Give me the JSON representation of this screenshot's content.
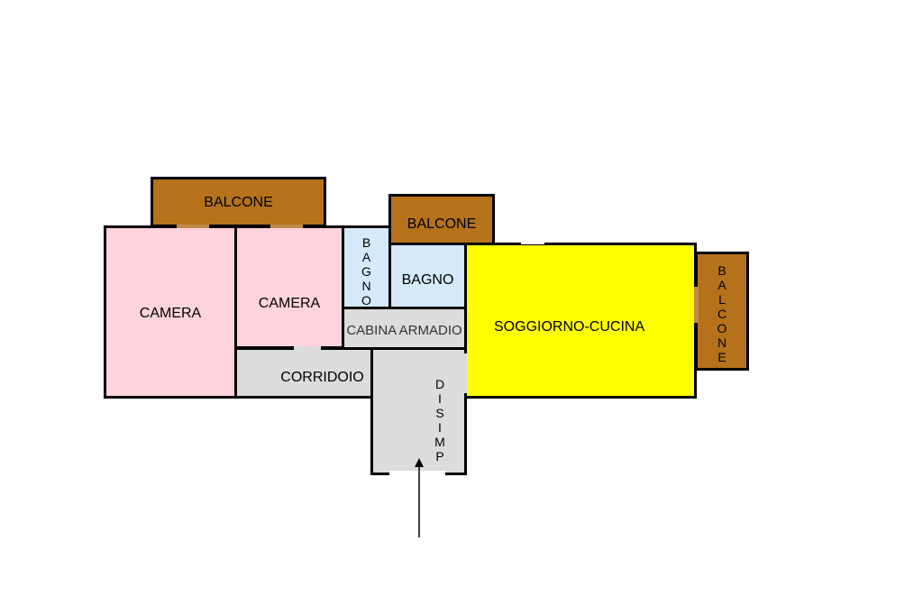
{
  "colors": {
    "balcone": "#b5721b",
    "camera": "#ffd3dc",
    "bagno": "#d6e9fb",
    "corridoio": "#dcdcdc",
    "soggiorno": "#ffff00",
    "wall": "#000000"
  },
  "rooms": {
    "balcone_top_left": "BALCONE",
    "balcone_top_mid": "BALCONE",
    "balcone_right": "BALCONE",
    "camera_left": "CAMERA",
    "camera_mid": "CAMERA",
    "bagno_small": "BAGNO",
    "bagno": "BAGNO",
    "cabina_armadio": "CABINA ARMADIO",
    "corridoio": "CORRIDOIO",
    "disimpegno": "DISIMP",
    "soggiorno_cucina": "SOGGIORNO-CUCINA"
  },
  "entrance_arrow": "entrance-arrow-icon"
}
